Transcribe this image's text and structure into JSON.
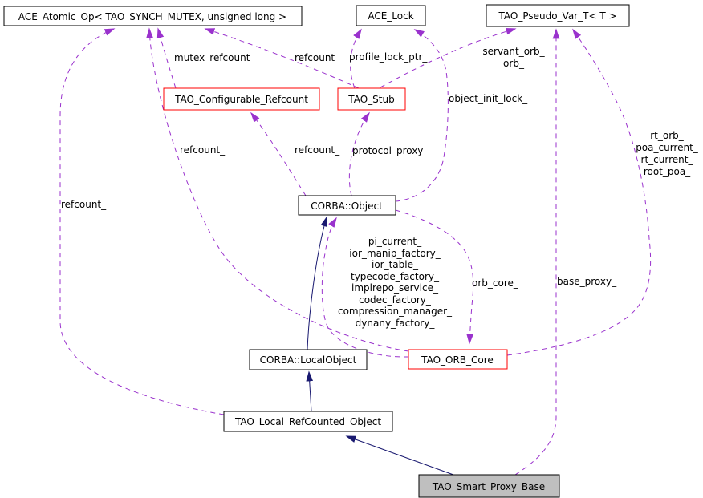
{
  "diagram": {
    "type": "collaboration-graph",
    "background": "#ffffff",
    "colors": {
      "dashed_edge": "#9a32cd",
      "solid_edge": "#191970",
      "node_border": "#000000",
      "truncated_node_border": "#ff0000",
      "focus_node_fill": "#bfbfbf",
      "text": "#000000"
    }
  },
  "nodes": [
    {
      "id": "ace-atomic-op",
      "label": "ACE_Atomic_Op< TAO_SYNCH_MUTEX, unsigned long >",
      "border": "black"
    },
    {
      "id": "ace-lock",
      "label": "ACE_Lock",
      "border": "black"
    },
    {
      "id": "tao-pseudo-var",
      "label": "TAO_Pseudo_Var_T< T >",
      "border": "black"
    },
    {
      "id": "tao-configurable-refcount",
      "label": "TAO_Configurable_Refcount",
      "border": "red"
    },
    {
      "id": "tao-stub",
      "label": "TAO_Stub",
      "border": "red"
    },
    {
      "id": "corba-object",
      "label": "CORBA::Object",
      "border": "black"
    },
    {
      "id": "corba-localobject",
      "label": "CORBA::LocalObject",
      "border": "black"
    },
    {
      "id": "tao-orb-core",
      "label": "TAO_ORB_Core",
      "border": "red"
    },
    {
      "id": "tao-local-refcounted-object",
      "label": "TAO_Local_RefCounted_Object",
      "border": "black"
    },
    {
      "id": "tao-smart-proxy-base",
      "label": "TAO_Smart_Proxy_Base",
      "border": "black",
      "fill": "gray"
    }
  ],
  "edges": [
    {
      "from": "TAO_Local_RefCounted_Object",
      "to": "ACE_Atomic_Op< TAO_SYNCH_MUTEX, unsigned long >",
      "style": "dashed",
      "label": "refcount_"
    },
    {
      "from": "TAO_ORB_Core",
      "to": "ACE_Atomic_Op< TAO_SYNCH_MUTEX, unsigned long >",
      "style": "dashed",
      "label": "refcount_"
    },
    {
      "from": "TAO_Configurable_Refcount",
      "to": "ACE_Atomic_Op< TAO_SYNCH_MUTEX, unsigned long >",
      "style": "dashed",
      "label": "mutex_refcount_"
    },
    {
      "from": "TAO_Stub",
      "to": "ACE_Atomic_Op< TAO_SYNCH_MUTEX, unsigned long >",
      "style": "dashed",
      "label": "refcount_"
    },
    {
      "from": "CORBA::Object",
      "to": "TAO_Configurable_Refcount",
      "style": "dashed",
      "label": "refcount_"
    },
    {
      "from": "CORBA::Object",
      "to": "TAO_Stub",
      "style": "dashed",
      "label": "protocol_proxy_"
    },
    {
      "from": "TAO_Stub",
      "to": "ACE_Lock",
      "style": "dashed",
      "label": "profile_lock_ptr_"
    },
    {
      "from": "CORBA::Object",
      "to": "ACE_Lock",
      "style": "dashed",
      "label": "object_init_lock_"
    },
    {
      "from": "TAO_Stub",
      "to": "TAO_Pseudo_Var_T< T >",
      "style": "dashed",
      "label_lines": [
        "servant_orb_",
        "orb_"
      ]
    },
    {
      "from": "TAO_Smart_Proxy_Base",
      "to": "TAO_Pseudo_Var_T< T >",
      "style": "dashed",
      "label": "base_proxy_"
    },
    {
      "from": "TAO_ORB_Core",
      "to": "TAO_Pseudo_Var_T< T >",
      "style": "dashed",
      "label_lines": [
        "rt_orb_",
        "poa_current_",
        "rt_current_",
        "root_poa_"
      ]
    },
    {
      "from": "CORBA::Object",
      "to": "TAO_ORB_Core",
      "style": "dashed",
      "label": "orb_core_"
    },
    {
      "from": "TAO_ORB_Core",
      "to": "CORBA::Object",
      "style": "dashed",
      "label_lines": [
        "pi_current_",
        "ior_manip_factory_",
        "ior_table_",
        "typecode_factory_",
        "implrepo_service_",
        "codec_factory_",
        "compression_manager_",
        "dynany_factory_"
      ]
    },
    {
      "from": "CORBA::LocalObject",
      "to": "CORBA::Object",
      "style": "solid",
      "label": ""
    },
    {
      "from": "TAO_Local_RefCounted_Object",
      "to": "CORBA::LocalObject",
      "style": "solid",
      "label": ""
    },
    {
      "from": "TAO_Smart_Proxy_Base",
      "to": "TAO_Local_RefCounted_Object",
      "style": "solid",
      "label": ""
    }
  ]
}
